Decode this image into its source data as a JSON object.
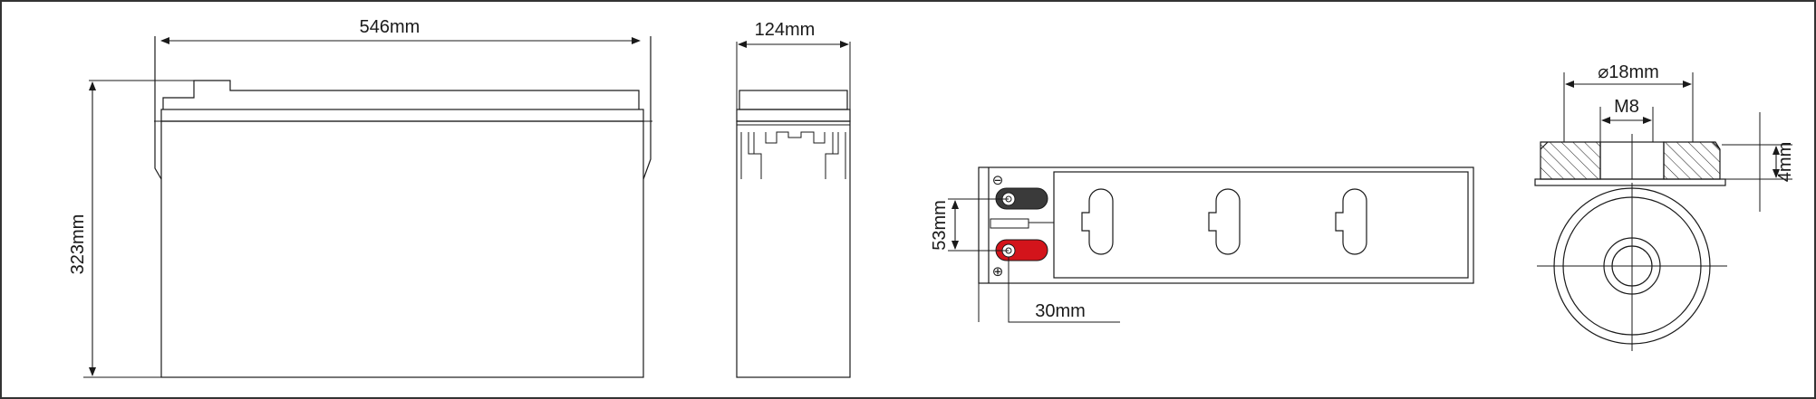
{
  "front_view": {
    "width_label": "546mm",
    "height_label": "323mm"
  },
  "side_view": {
    "depth_label": "124mm"
  },
  "top_view": {
    "terminal_spacing_label": "53mm",
    "terminal_offset_label": "30mm",
    "negative_symbol": "⊖",
    "positive_symbol": "⊕",
    "colors": {
      "negative_terminal": "#3a3a3a",
      "positive_terminal": "#d3141b"
    }
  },
  "terminal_detail": {
    "outer_diameter_label": "⌀18mm",
    "thread_label": "M8",
    "height_label": "4mm"
  }
}
